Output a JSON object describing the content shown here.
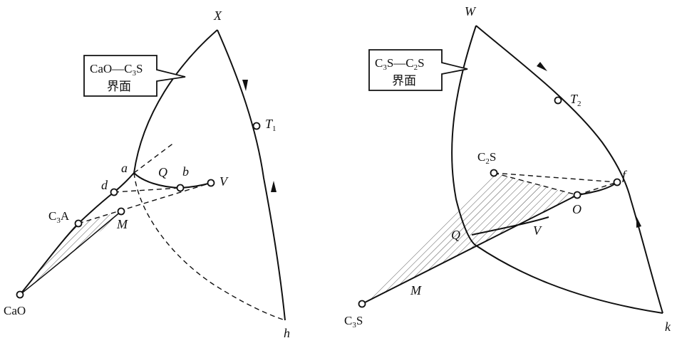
{
  "left_diagram": {
    "callout_line1": "CaO—C",
    "callout_line1_sub": "3",
    "callout_line1_tail": "S",
    "callout_line2": "界面",
    "labels": {
      "X": "X",
      "T1": "T",
      "T1_sub": "1",
      "a": "a",
      "Q": "Q",
      "b": "b",
      "V": "V",
      "d": "d",
      "C3A": "C",
      "C3A_sub": "3",
      "C3A_tail": "A",
      "M": "M",
      "CaO": "CaO",
      "h": "h"
    }
  },
  "right_diagram": {
    "callout_line1_a": "C",
    "callout_line1_a_sub": "3",
    "callout_line1_b": "S—C",
    "callout_line1_b_sub": "2",
    "callout_line1_c": "S",
    "callout_line2": "界面",
    "labels": {
      "W": "W",
      "T2": "T",
      "T2_sub": "2",
      "C2S": "C",
      "C2S_sub": "2",
      "C2S_tail": "S",
      "f": "f",
      "O": "O",
      "Q": "Q",
      "V": "V",
      "M": "M",
      "C3S": "C",
      "C3S_sub": "3",
      "C3S_tail": "S",
      "k": "k"
    }
  }
}
